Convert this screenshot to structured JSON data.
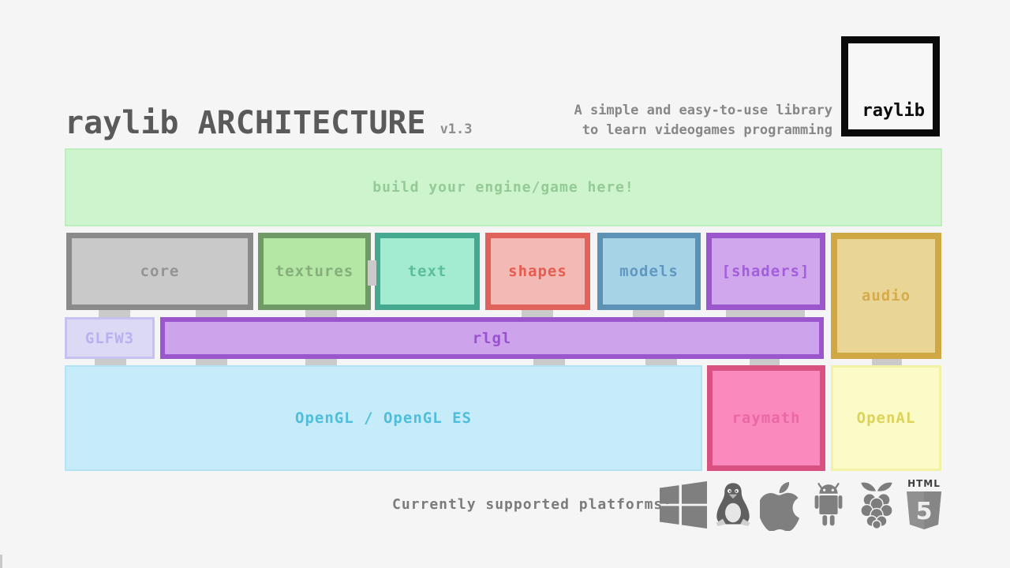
{
  "header": {
    "title": "raylib ARCHITECTURE",
    "version": "v1.3",
    "tagline_line1": "A simple and easy-to-use library",
    "tagline_line2": "to learn videogames programming",
    "logo_text": "raylib"
  },
  "engine_box": {
    "label": "build your engine/game here!",
    "fill": "#cdf4cd",
    "border": "#bdeebd",
    "text_color": "#94ca95"
  },
  "modules": [
    {
      "id": "core",
      "label": "core",
      "fill": "#c9c9c9",
      "border": "#8a8a8a",
      "text_color": "#939393"
    },
    {
      "id": "textures",
      "label": "textures",
      "fill": "#b4e6a4",
      "border": "#6f9a66",
      "text_color": "#85ae7c"
    },
    {
      "id": "text",
      "label": "text",
      "fill": "#a3ecd2",
      "border": "#45a98f",
      "text_color": "#5cbd9d"
    },
    {
      "id": "shapes",
      "label": "shapes",
      "fill": "#f2b9b5",
      "border": "#e0625b",
      "text_color": "#e75c51"
    },
    {
      "id": "models",
      "label": "models",
      "fill": "#a7d3e7",
      "border": "#5c92b6",
      "text_color": "#5f99c2"
    },
    {
      "id": "shaders",
      "label": "[shaders]",
      "fill": "#d0a7ec",
      "border": "#9b56cd",
      "text_color": "#a25edb"
    },
    {
      "id": "audio",
      "label": "audio",
      "fill": "#e9d697",
      "border": "#cfa844",
      "text_color": "#d5ab4b"
    }
  ],
  "middle_layer": [
    {
      "id": "glfw3",
      "label": "GLFW3",
      "fill": "#dcd9f5",
      "border": "#c7c1f1",
      "text_color": "#b7b1f1"
    },
    {
      "id": "rlgl",
      "label": "rlgl",
      "fill": "#cda4ec",
      "border": "#9b56cd",
      "text_color": "#9b50d2"
    }
  ],
  "bottom_layer": [
    {
      "id": "opengl",
      "label": "OpenGL / OpenGL ES",
      "fill": "#c6ecfa",
      "border": "#b2e3f5",
      "text_color": "#4fbeda"
    },
    {
      "id": "raymath",
      "label": "raymath",
      "fill": "#fa8abd",
      "border": "#d95181",
      "text_color": "#ea68a5"
    },
    {
      "id": "openal",
      "label": "OpenAL",
      "fill": "#fbfbc7",
      "border": "#f2f2a4",
      "text_color": "#ddd35b"
    }
  ],
  "connections": [
    {
      "from": "core",
      "to": "GLFW3"
    },
    {
      "from": "core",
      "to": "rlgl"
    },
    {
      "from": "textures",
      "to": "rlgl"
    },
    {
      "from": "textures",
      "to": "text"
    },
    {
      "from": "shapes",
      "to": "rlgl"
    },
    {
      "from": "models",
      "to": "rlgl"
    },
    {
      "from": "shaders",
      "to": "rlgl"
    },
    {
      "from": "GLFW3",
      "to": "OpenGL / OpenGL ES"
    },
    {
      "from": "rlgl",
      "to": "OpenGL / OpenGL ES"
    },
    {
      "from": "rlgl",
      "to": "raymath"
    },
    {
      "from": "audio",
      "to": "OpenAL"
    }
  ],
  "platforms": {
    "label": "Currently supported platforms:",
    "icons": [
      "windows",
      "linux",
      "apple",
      "android",
      "raspberry-pi",
      "html5"
    ],
    "icon_color": "#7f7f7f"
  }
}
